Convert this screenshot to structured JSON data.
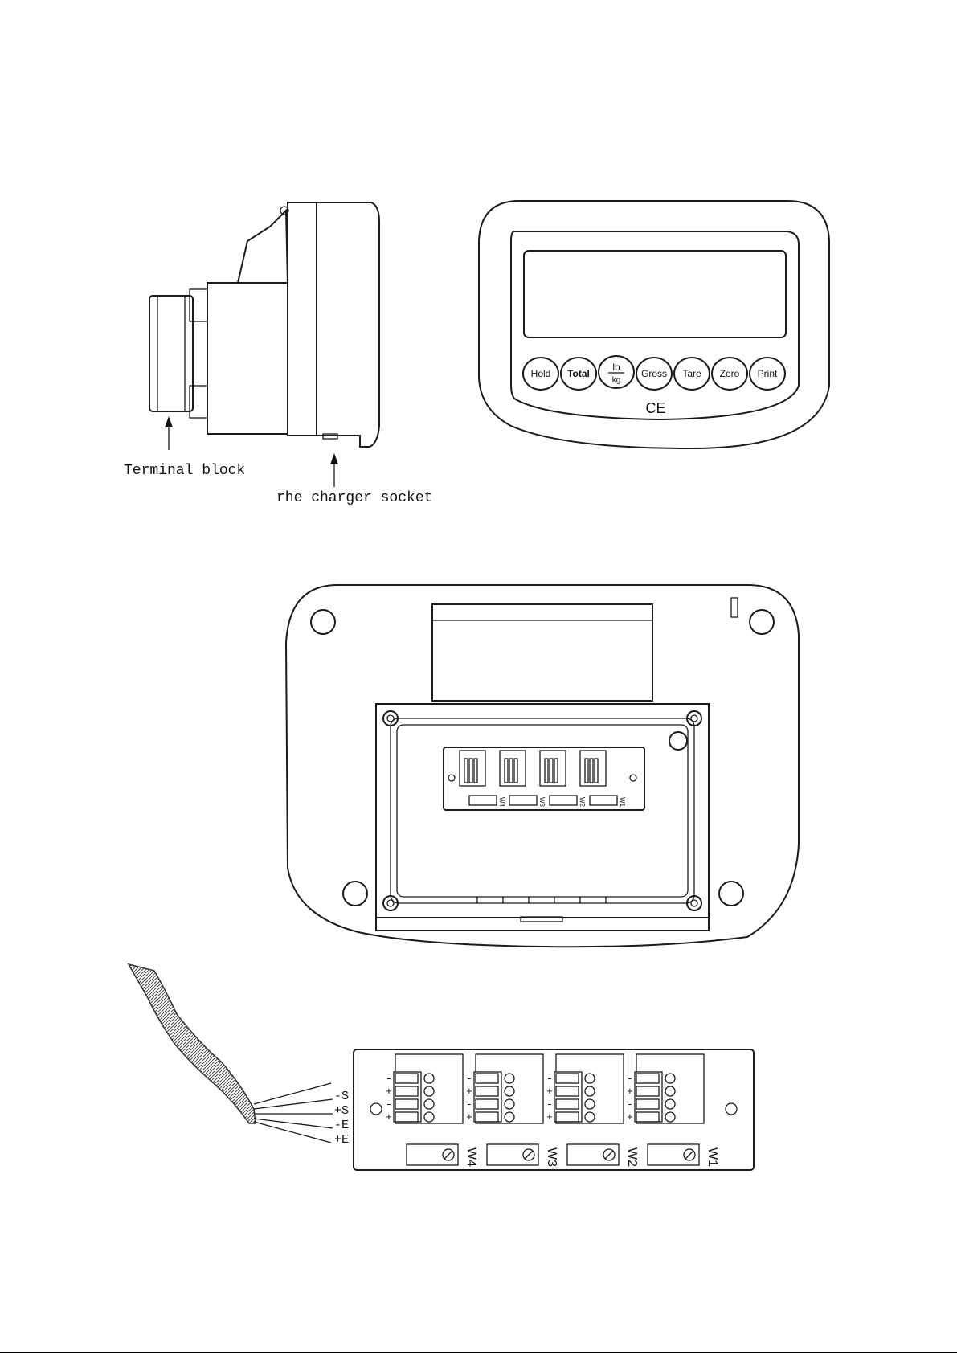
{
  "labels": {
    "terminal_block": "Terminal block",
    "charger_socket": "rhe charger socket"
  },
  "front_panel": {
    "keys": [
      "Hold",
      "Total",
      "lb/kg",
      "Gross",
      "Tare",
      "Zero",
      "Print"
    ],
    "lbkg_top": "lb",
    "lbkg_bottom": "kg",
    "mark": "CE"
  },
  "terminal_board": {
    "channels": [
      "W4",
      "W3",
      "W2",
      "W1"
    ],
    "pin_signs": [
      "-",
      "+",
      "-",
      "+"
    ]
  },
  "cable_wires": [
    "-S",
    "+S",
    "-E",
    "+E"
  ]
}
